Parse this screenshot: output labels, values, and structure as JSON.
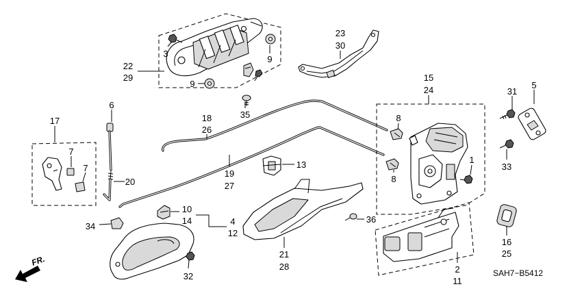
{
  "callouts": {
    "c3": "3",
    "c22": "22",
    "c29": "29",
    "c9a": "9",
    "c9b": "9",
    "c23": "23",
    "c30": "30",
    "c35": "35",
    "c15": "15",
    "c24": "24",
    "c31": "31",
    "c5": "5",
    "c6": "6",
    "c17": "17",
    "c7a": "7",
    "c7b": "7",
    "c18": "18",
    "c26": "26",
    "c19": "19",
    "c27": "27",
    "c8a": "8",
    "c8b": "8",
    "c13": "13",
    "c1": "1",
    "c33": "33",
    "c20": "20",
    "c10": "10",
    "c14": "14",
    "c4": "4",
    "c12": "12",
    "c34": "34",
    "c36": "36",
    "c21": "21",
    "c28": "28",
    "c32": "32",
    "c2": "2",
    "c11": "11",
    "c16": "16",
    "c25": "25"
  },
  "diagram_code": "SAH7−B5412",
  "direction_label": "FR.",
  "colors": {
    "line": "#000000",
    "background": "#ffffff",
    "part_shade": "#d9d9d9"
  }
}
